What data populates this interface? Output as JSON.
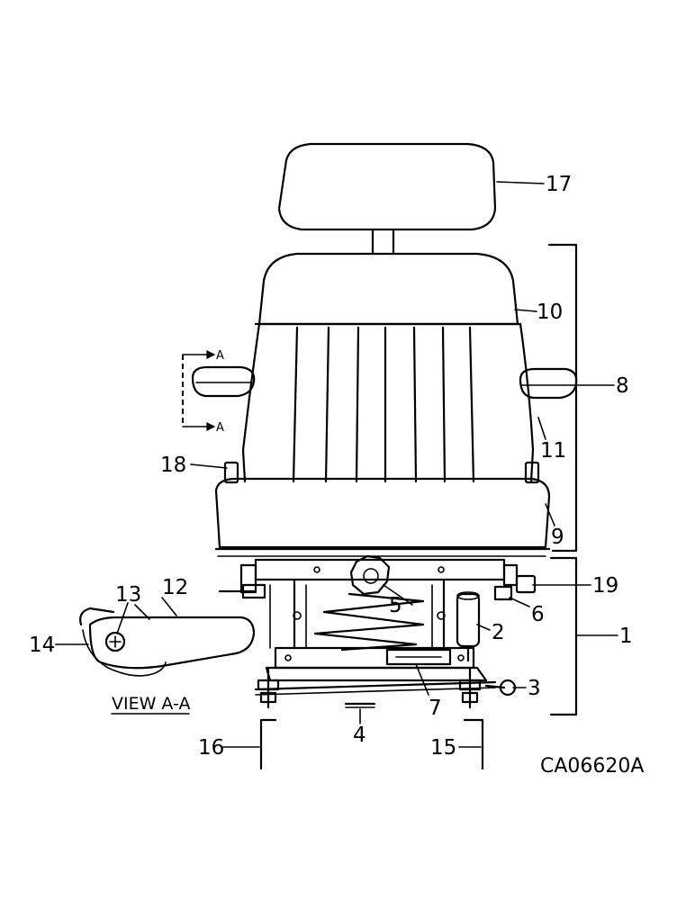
{
  "callouts": {
    "c1": "1",
    "c2": "2",
    "c3": "3",
    "c4": "4",
    "c5": "5",
    "c6": "6",
    "c7": "7",
    "c8": "8",
    "c9": "9",
    "c10": "10",
    "c11": "11",
    "c12": "12",
    "c13": "13",
    "c14": "14",
    "c15": "15",
    "c16": "16",
    "c17": "17",
    "c18": "18",
    "c19": "19"
  },
  "section_marker": "A",
  "view_caption": "VIEW A-A",
  "drawing_code": "CA06620A"
}
